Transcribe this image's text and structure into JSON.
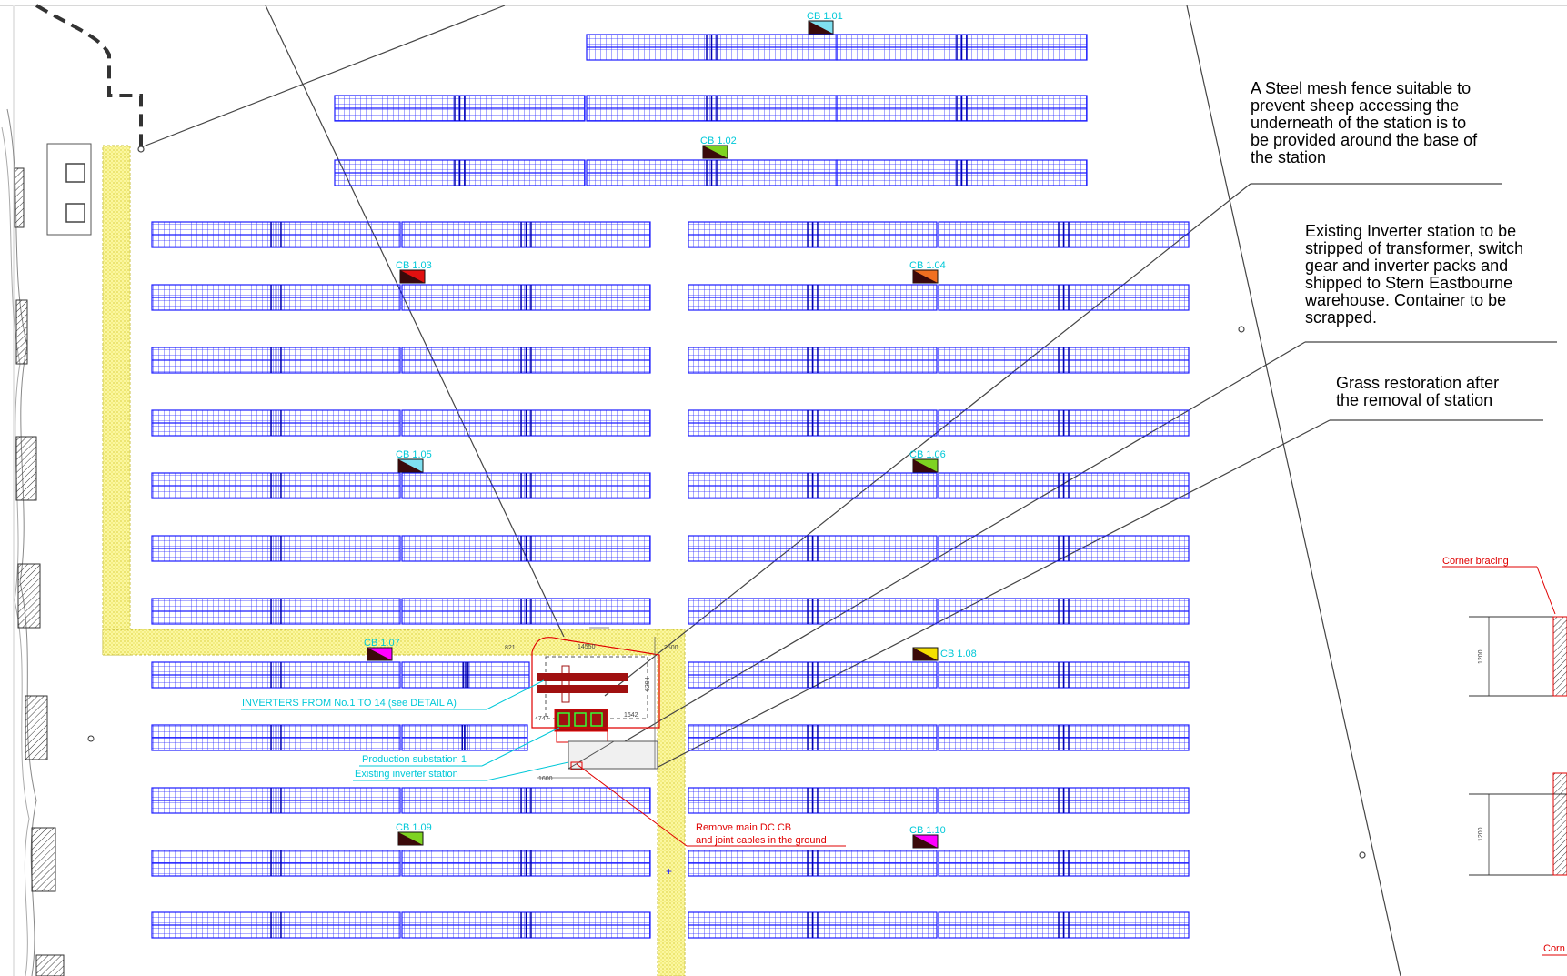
{
  "notes": {
    "fence": [
      "A Steel mesh fence suitable to",
      "prevent sheep accessing the",
      "underneath of the station is to",
      "be provided around the base of",
      "the station"
    ],
    "inverter": [
      "Existing Inverter station to be",
      "stripped of transformer, switch",
      "gear and inverter packs and",
      "shipped to Stern Eastbourne",
      "warehouse. Container to be",
      "scrapped."
    ],
    "grass": [
      "Grass restoration after",
      "the removal of station"
    ]
  },
  "combiner_boxes": [
    {
      "label": "CB 1.01",
      "c1": "#3a0a0a",
      "c2": "#7fe0f0"
    },
    {
      "label": "CB 1.02",
      "c1": "#3a0a0a",
      "c2": "#7ed321"
    },
    {
      "label": "CB 1.03",
      "c1": "#3a0a0a",
      "c2": "#e01010"
    },
    {
      "label": "CB 1.04",
      "c1": "#3a0a0a",
      "c2": "#f07020"
    },
    {
      "label": "CB 1.05",
      "c1": "#3a0a0a",
      "c2": "#7fe0f0"
    },
    {
      "label": "CB 1.06",
      "c1": "#3a0a0a",
      "c2": "#7ed321"
    },
    {
      "label": "CB 1.07",
      "c1": "#3a0a0a",
      "c2": "#ff00ff"
    },
    {
      "label": "CB 1.08",
      "c1": "#3a0a0a",
      "c2": "#f5e000"
    },
    {
      "label": "CB 1.09",
      "c1": "#3a0a0a",
      "c2": "#7ed321"
    },
    {
      "label": "CB 1.10",
      "c1": "#3a0a0a",
      "c2": "#ff00ff"
    }
  ],
  "callouts": {
    "inverters": "INVERTERS FROM No.1 TO 14 (see DETAIL A)",
    "production_substation": "Production substation 1",
    "existing_inverter": "Existing inverter station",
    "remove_cb_line1": "Remove main DC CB",
    "remove_cb_line2": "and joint cables in the ground",
    "corner_bracing": "Corner bracing",
    "corner_bracing_cut": "Corn"
  },
  "dimensions": {
    "d1": "1200",
    "d2": "1200",
    "d3": "4747",
    "d4": "1600",
    "d5": "14550",
    "d6": "2500",
    "d7": "821",
    "d8": "6294",
    "d9": "1642"
  },
  "colors": {
    "panel": "#1a1aff",
    "path": "#f7f36a",
    "cb_text": "#00c8d8",
    "red": "#e00000"
  }
}
